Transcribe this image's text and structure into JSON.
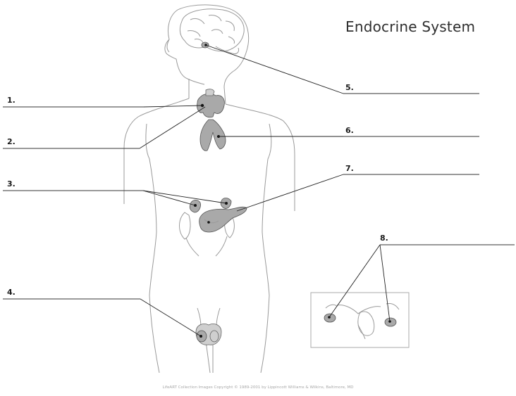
{
  "title": "Endocrine System",
  "labels": [
    {
      "id": 1,
      "text": "1."
    },
    {
      "id": 2,
      "text": "2."
    },
    {
      "id": 3,
      "text": "3."
    },
    {
      "id": 4,
      "text": "4."
    },
    {
      "id": 5,
      "text": "5."
    },
    {
      "id": 6,
      "text": "6."
    },
    {
      "id": 7,
      "text": "7."
    },
    {
      "id": 8,
      "text": "8."
    }
  ],
  "copyright": "LifeART Collection Images Copyright © 1989-2001 by Lippincott Williams & Wilkins, Baltimore, MD"
}
